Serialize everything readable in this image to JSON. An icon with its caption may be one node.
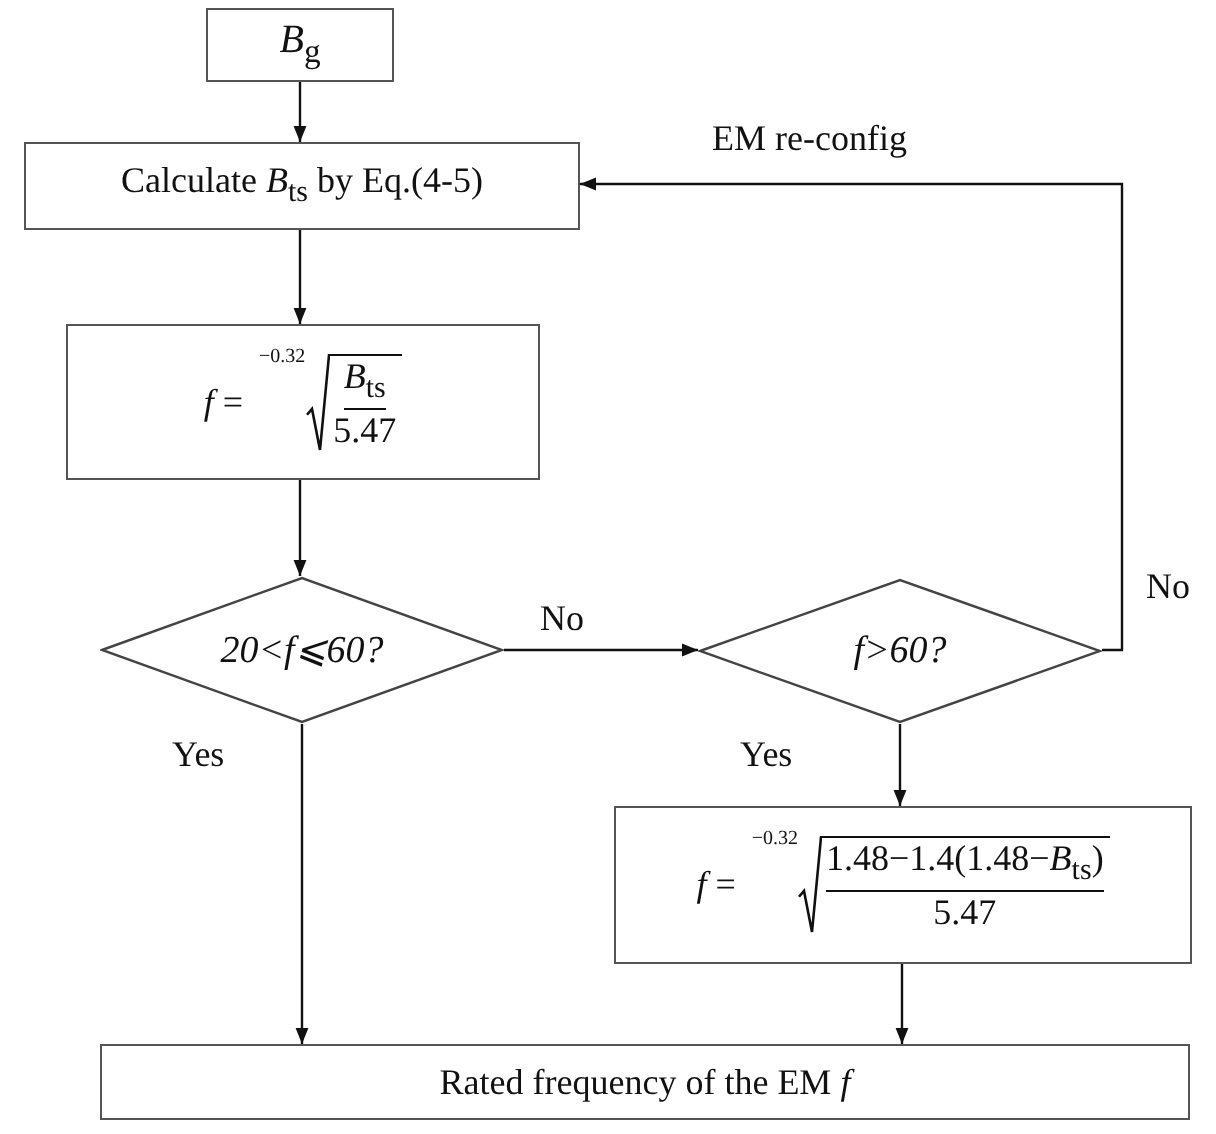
{
  "diagram": {
    "nodes": [
      {
        "text": [
          "*B*$_{g}$"
        ]
      },
      {
        "text": [
          "Calculate *B*$_{ts}$ by Eq.(4-5)"
        ]
      },
      {
        "text": [
          "*f* =",
          "−0.32",
          "*B*$_{ts}$",
          "5.47"
        ]
      },
      {
        "text": [
          "20<f⩽60?"
        ]
      },
      {
        "text": [
          "f>60?"
        ]
      },
      {
        "text": [
          "*f* =",
          "−0.32",
          "1.48−1.4(1.48−*B*$_{ts}$)",
          "5.47"
        ]
      },
      {
        "text": [
          "Rated frequency of the EM *f*"
        ]
      }
    ],
    "edges": [
      {
        "from": 0,
        "to": 1,
        "arrow": "to"
      },
      {
        "from": 1,
        "to": 2,
        "arrow": "to"
      },
      {
        "from": 2,
        "to": 3,
        "arrow": "to"
      },
      {
        "from": 3,
        "to": 4,
        "arrow": "to",
        "label": "No"
      },
      {
        "from": 4,
        "to": 1,
        "arrow": "to",
        "label": "No"
      },
      {
        "from": 4,
        "to": 5,
        "arrow": "to",
        "label": "Yes"
      },
      {
        "from": 3,
        "to": 6,
        "arrow": "to",
        "label": "Yes"
      },
      {
        "from": 5,
        "to": 6,
        "arrow": "to"
      }
    ],
    "labels": [
      "EM re-config"
    ]
  }
}
